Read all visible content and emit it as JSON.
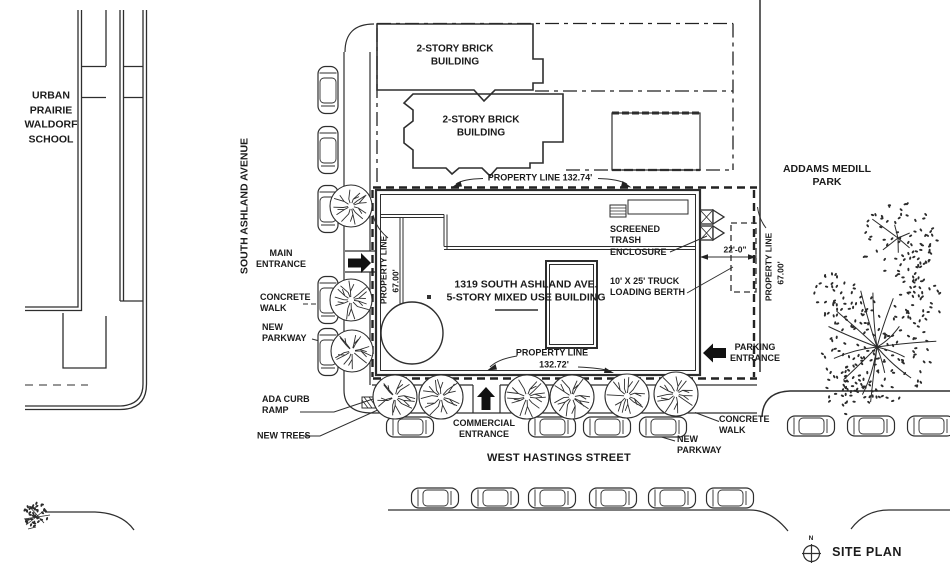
{
  "labels": {
    "school": "URBAN\nPRAIRIE\nWALDORF\nSCHOOL",
    "south_ashland_avenue": "SOUTH ASHLAND AVENUE",
    "brick_building_1": "2-STORY BRICK\nBUILDING",
    "brick_building_2": "2-STORY BRICK\nBUILDING",
    "property_line_north": "PROPERTY LINE 132.74'",
    "addams_medill_park": "ADDAMS MEDILL\nPARK",
    "main_entrance": "MAIN\nENTRANCE",
    "concrete_walk_west": "CONCRETE\nWALK",
    "new_parkway_west": "NEW\nPARKWAY",
    "property_line_west": "PROPERTY LINE",
    "property_line_west_dim": "67.00'",
    "building": "1319 SOUTH ASHLAND AVE.\n5-STORY MIXED USE BUILDING",
    "screened_trash_enclosure": "SCREENED\nTRASH\nENCLOSURE",
    "truck_loading_berth": "10' X 25' TRUCK\nLOADING BERTH",
    "dim_22": "22'-0\"",
    "property_line_east": "PROPERTY LINE",
    "property_line_east_dim": "67.00'",
    "parking_entrance": "PARKING\nENTRANCE",
    "ada_curb_ramp": "ADA CURB\nRAMP",
    "new_trees": "NEW TREES",
    "property_line_south": "PROPERTY LINE",
    "property_line_south_dim": "132.72'",
    "commercial_entrance": "COMMERCIAL\nENTRANCE",
    "west_hastings_street": "WEST HASTINGS STREET",
    "new_parkway_east": "NEW\nPARKWAY",
    "concrete_walk_east": "CONCRETE\nWALK",
    "site_plan": "SITE PLAN",
    "north": "N"
  }
}
